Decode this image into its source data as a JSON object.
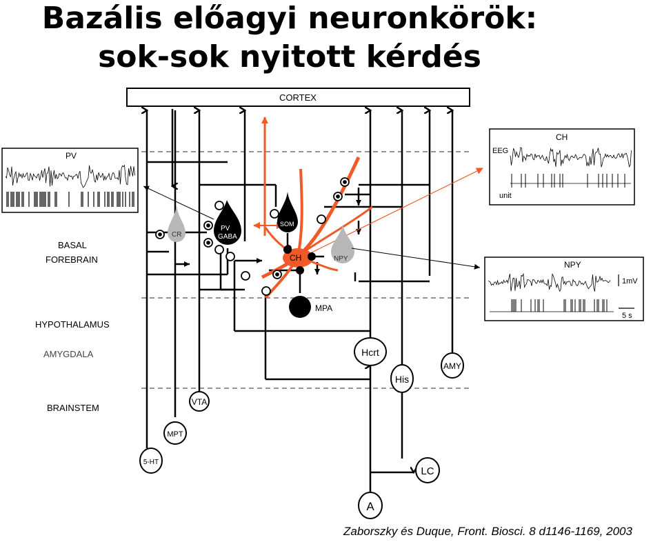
{
  "title": {
    "line1": "Bazális előagyi neuronkörök:",
    "line2": "sok-sok nyitott kérdés"
  },
  "diagram": {
    "cortex": "CORTEX",
    "regions": {
      "basal_forebrain_1": "BASAL",
      "basal_forebrain_2": "FOREBRAIN",
      "hypothalamus": "HYPOTHALAMUS",
      "amygdala": "AMYGDALA",
      "brainstem": "BRAINSTEM"
    },
    "neurons": {
      "pv": "PV",
      "gaba": "GABA",
      "som": "SOM",
      "cr": "CR",
      "npy": "NPY",
      "ch": "CH",
      "mpa": "MPA",
      "hcrt": "Hcrt",
      "his": "His",
      "amy": "AMY",
      "vta": "VTA",
      "mpt": "MPT",
      "ht5": "5-HT",
      "lc": "LC",
      "a": "A"
    },
    "panels": {
      "pv_title": "PV",
      "ch_title": "CH",
      "eeg": "EEG",
      "unit": "unit",
      "npy_title": "NPY",
      "scale_mv": "1mV",
      "scale_s": "5 s"
    }
  },
  "citation": "Zaborszky és Duque, Front. Biosci. 8 d1146-1169, 2003",
  "colors": {
    "orange": "#f05a28",
    "black": "#000000",
    "grey": "#b8b8b8"
  }
}
